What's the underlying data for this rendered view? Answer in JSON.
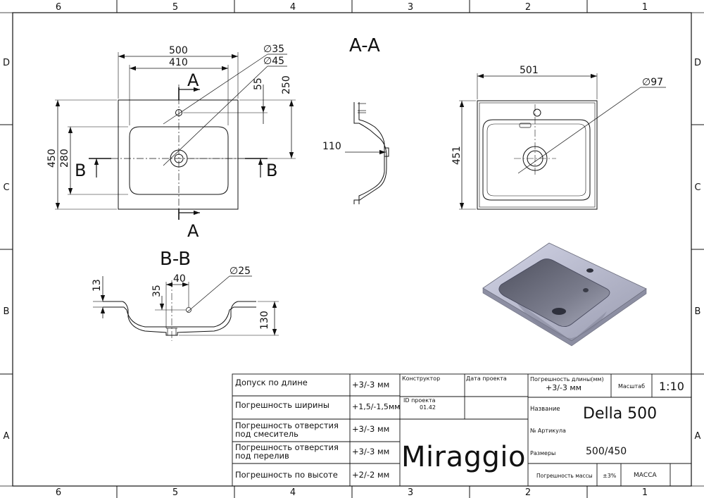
{
  "frame": {
    "columns_top": [
      "6",
      "5",
      "4",
      "3",
      "2",
      "1"
    ],
    "columns_bottom": [
      "6",
      "5",
      "4",
      "3",
      "2",
      "1"
    ],
    "rows_left": [
      "D",
      "C",
      "B",
      "A"
    ],
    "rows_right": [
      "D",
      "C",
      "B",
      "A"
    ]
  },
  "views": {
    "section_aa_title": "A-A",
    "section_bb_title": "B-B",
    "cut_a": "A",
    "cut_b": "B"
  },
  "dims": {
    "top": [
      "500",
      "410",
      "∅35",
      "∅45",
      "55",
      "250",
      "450",
      "280"
    ],
    "aa": [
      "110"
    ],
    "right": [
      "501",
      "∅97",
      "451"
    ],
    "bb": [
      "13",
      "40",
      "35",
      "∅25",
      "130"
    ]
  },
  "title_block": {
    "rows": [
      {
        "label": "Допуск по длине",
        "value": "+3/-3 мм"
      },
      {
        "label": "Погрешность ширины",
        "value": "+1,5/-1,5мм"
      },
      {
        "label": "Погрешность отверстия\nпод смеситель",
        "value": "+3/-3 мм"
      },
      {
        "label": "Погрешность отверстия\nпод перелив",
        "value": "+3/-3 мм"
      },
      {
        "label": "Погрешность по высоте",
        "value": "+2/-2 мм"
      }
    ],
    "designer_label": "Конструктор",
    "date_label": "Дата проекта",
    "project_id_label": "ID проекта",
    "project_id_value": "01.42",
    "brand": "Miraggio",
    "length_tol_label": "Погрешность длины(мм)",
    "length_tol_value": "+3/-3 мм",
    "scale_label": "Масштаб",
    "scale_value": "1:10",
    "name_label": "Название",
    "name_value": "Della 500",
    "article_label": "№ Артикула",
    "size_label": "Размеры",
    "size_value": "500/450",
    "mass_tol_label": "Погрешность массы",
    "mass_tol_value": "±3%",
    "mass_label": "МАССА"
  },
  "colors": {
    "line": "#111111",
    "basin_dark": "#5c5e6c",
    "basin_light": "#c4c6d8"
  }
}
